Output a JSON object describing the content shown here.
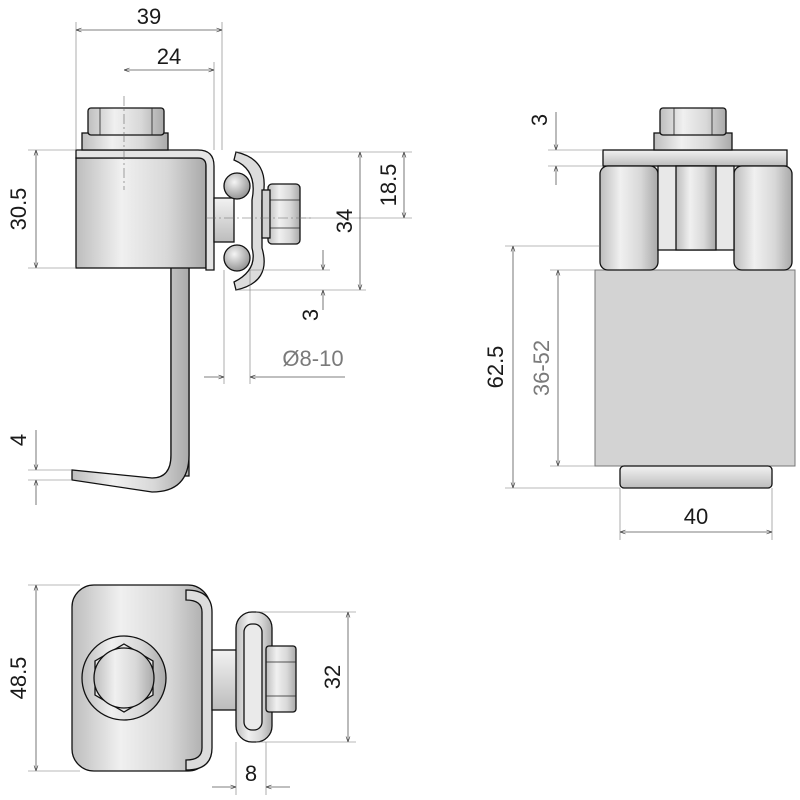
{
  "dimensions": {
    "front_width": "39",
    "front_bolt_offset": "24",
    "front_height": "30.5",
    "front_clamp_height": "18.5",
    "front_clamp_total": "34",
    "front_gap": "3",
    "front_diameter": "Ø8-10",
    "front_foot": "4",
    "side_top": "3",
    "side_total": "62.5",
    "side_range": "36-52",
    "side_width": "40",
    "bottom_height": "48.5",
    "bottom_nut": "32",
    "bottom_offset": "8"
  },
  "colors": {
    "line": "#111111",
    "part_fill": "#e6e6e6",
    "part_shade": "#c9c9c9",
    "insert_fill": "#d2d2d2",
    "dimension_gray": "#7a7a7a"
  }
}
